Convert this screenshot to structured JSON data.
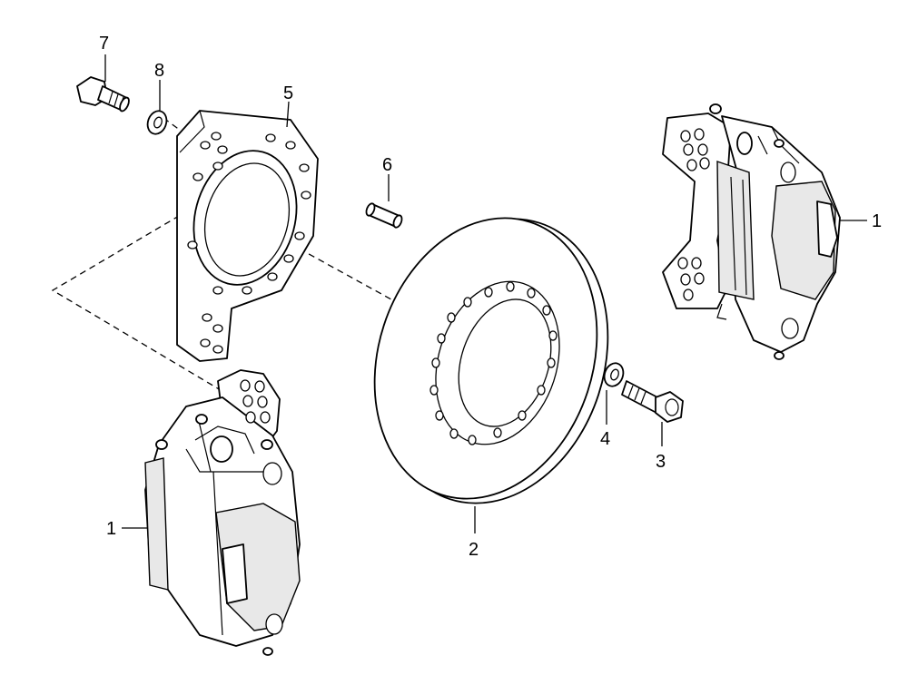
{
  "callouts": {
    "caliper_right": "1",
    "caliper_left": "1",
    "disc": "2",
    "bolt_small": "3",
    "washer_small": "4",
    "bracket": "5",
    "pin": "6",
    "bolt_large": "7",
    "washer_large": "8"
  },
  "colors": {
    "line": "#000000",
    "background": "#ffffff"
  }
}
